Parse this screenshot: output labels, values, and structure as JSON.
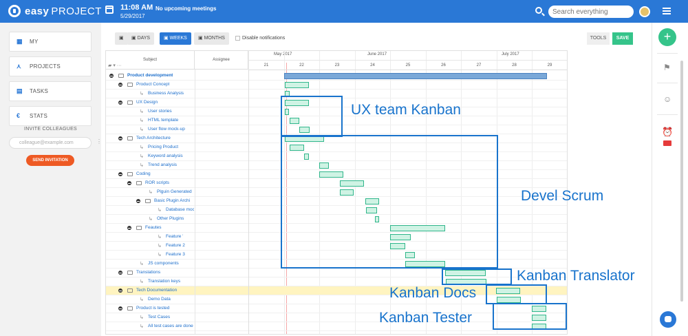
{
  "topbar": {
    "logo_bold": "easy",
    "logo_rest": "PROJECT",
    "time": "11:08 AM",
    "date": "5/29/2017",
    "meetings": "No upcoming meetings",
    "search_placeholder": "Search everything"
  },
  "sidebar": {
    "items": [
      {
        "label": "MY",
        "icon": "dashboard-icon"
      },
      {
        "label": "PROJECTS",
        "icon": "projects-icon"
      },
      {
        "label": "TASKS",
        "icon": "tasks-icon"
      },
      {
        "label": "STATS",
        "icon": "euro-icon"
      }
    ],
    "invite_title": "INVITE COLLEAGUES",
    "invite_placeholder": "colleague@example.com",
    "send_label": "SEND INVITATION"
  },
  "toolbar": {
    "days": "DAYS",
    "weeks": "WEEKS",
    "months": "MONTHS",
    "disable_notifications": "Disable notifications",
    "tools": "TOOLS",
    "save": "SAVE"
  },
  "grid": {
    "subject_header": "Subject",
    "assignee_header": "Assignee",
    "months": [
      "May 2017",
      "June 2017",
      "July 2017"
    ],
    "days": [
      "21",
      "22",
      "23",
      "24",
      "25",
      "26",
      "27",
      "28",
      "29"
    ],
    "rows": [
      {
        "label": "Product development",
        "bold": true
      },
      {
        "label": "Product Concept"
      },
      {
        "label": "Business Analysis"
      },
      {
        "label": "UX Design"
      },
      {
        "label": "User stories"
      },
      {
        "label": "HTML template"
      },
      {
        "label": "User flow mock-up"
      },
      {
        "label": "Tech Architecture"
      },
      {
        "label": "Pricing Product"
      },
      {
        "label": "Keyword analysis"
      },
      {
        "label": "Trend analysis"
      },
      {
        "label": "Coding"
      },
      {
        "label": "ROR scripts"
      },
      {
        "label": "Plguin Generated"
      },
      {
        "label": "Basic Plugin Archi"
      },
      {
        "label": "Database moc"
      },
      {
        "label": "Other Plugins"
      },
      {
        "label": "Feautes"
      },
      {
        "label": "Feature '"
      },
      {
        "label": "Feature 2"
      },
      {
        "label": "Feature 3"
      },
      {
        "label": "JS components"
      },
      {
        "label": "Translations"
      },
      {
        "label": "Translation keys"
      },
      {
        "label": "Tech Documentation"
      },
      {
        "label": "Demo Data"
      },
      {
        "label": "Product is tested"
      },
      {
        "label": "Test Cases"
      },
      {
        "label": "All test cases are done"
      }
    ]
  },
  "overlays": [
    {
      "label": "UX team Kanban"
    },
    {
      "label": "Devel Scrum"
    },
    {
      "label": "Kanban Translator"
    },
    {
      "label": "Kanban Docs"
    },
    {
      "label": "Kanban Tester"
    }
  ]
}
